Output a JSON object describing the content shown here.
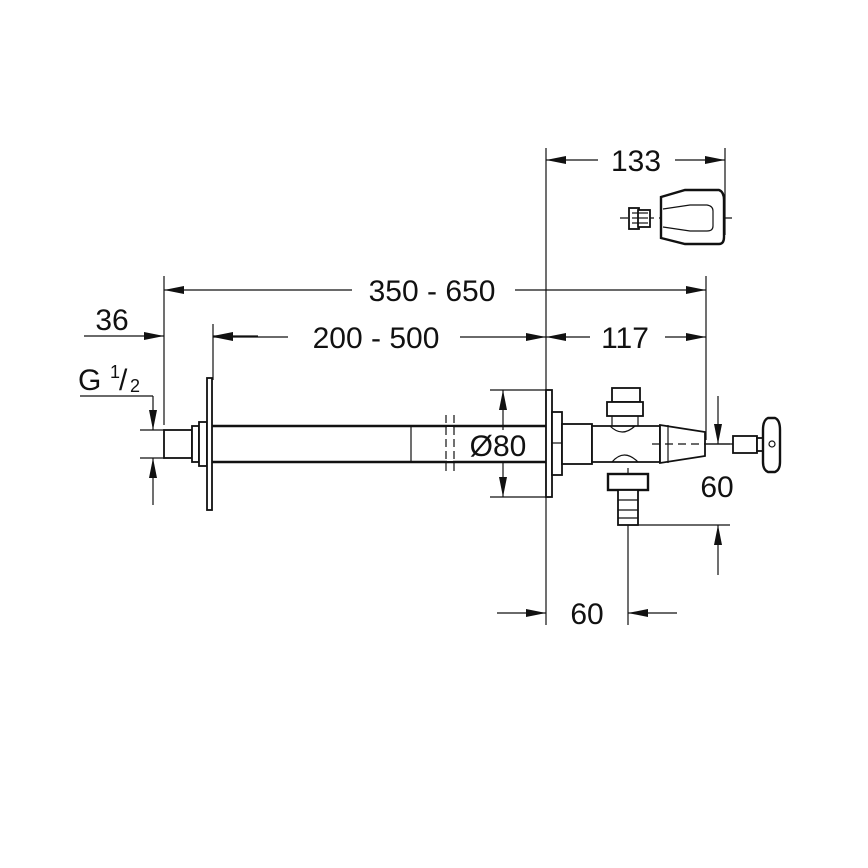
{
  "drawing": {
    "type": "technical dimension drawing",
    "subject": "wall-mounted valve with extension pipe",
    "background": "#ffffff",
    "line_color": "#111111"
  },
  "dimensions": {
    "handle_length": "133",
    "overall_length": "350 - 650",
    "pipe_length": "200 - 500",
    "valve_length": "117",
    "flange_offset": "36",
    "thread_label_main": "G",
    "thread_label_num": "1",
    "thread_label_den": "2",
    "rosette_diameter": "Ø80",
    "outlet_height": "60",
    "outlet_offset": "60"
  }
}
